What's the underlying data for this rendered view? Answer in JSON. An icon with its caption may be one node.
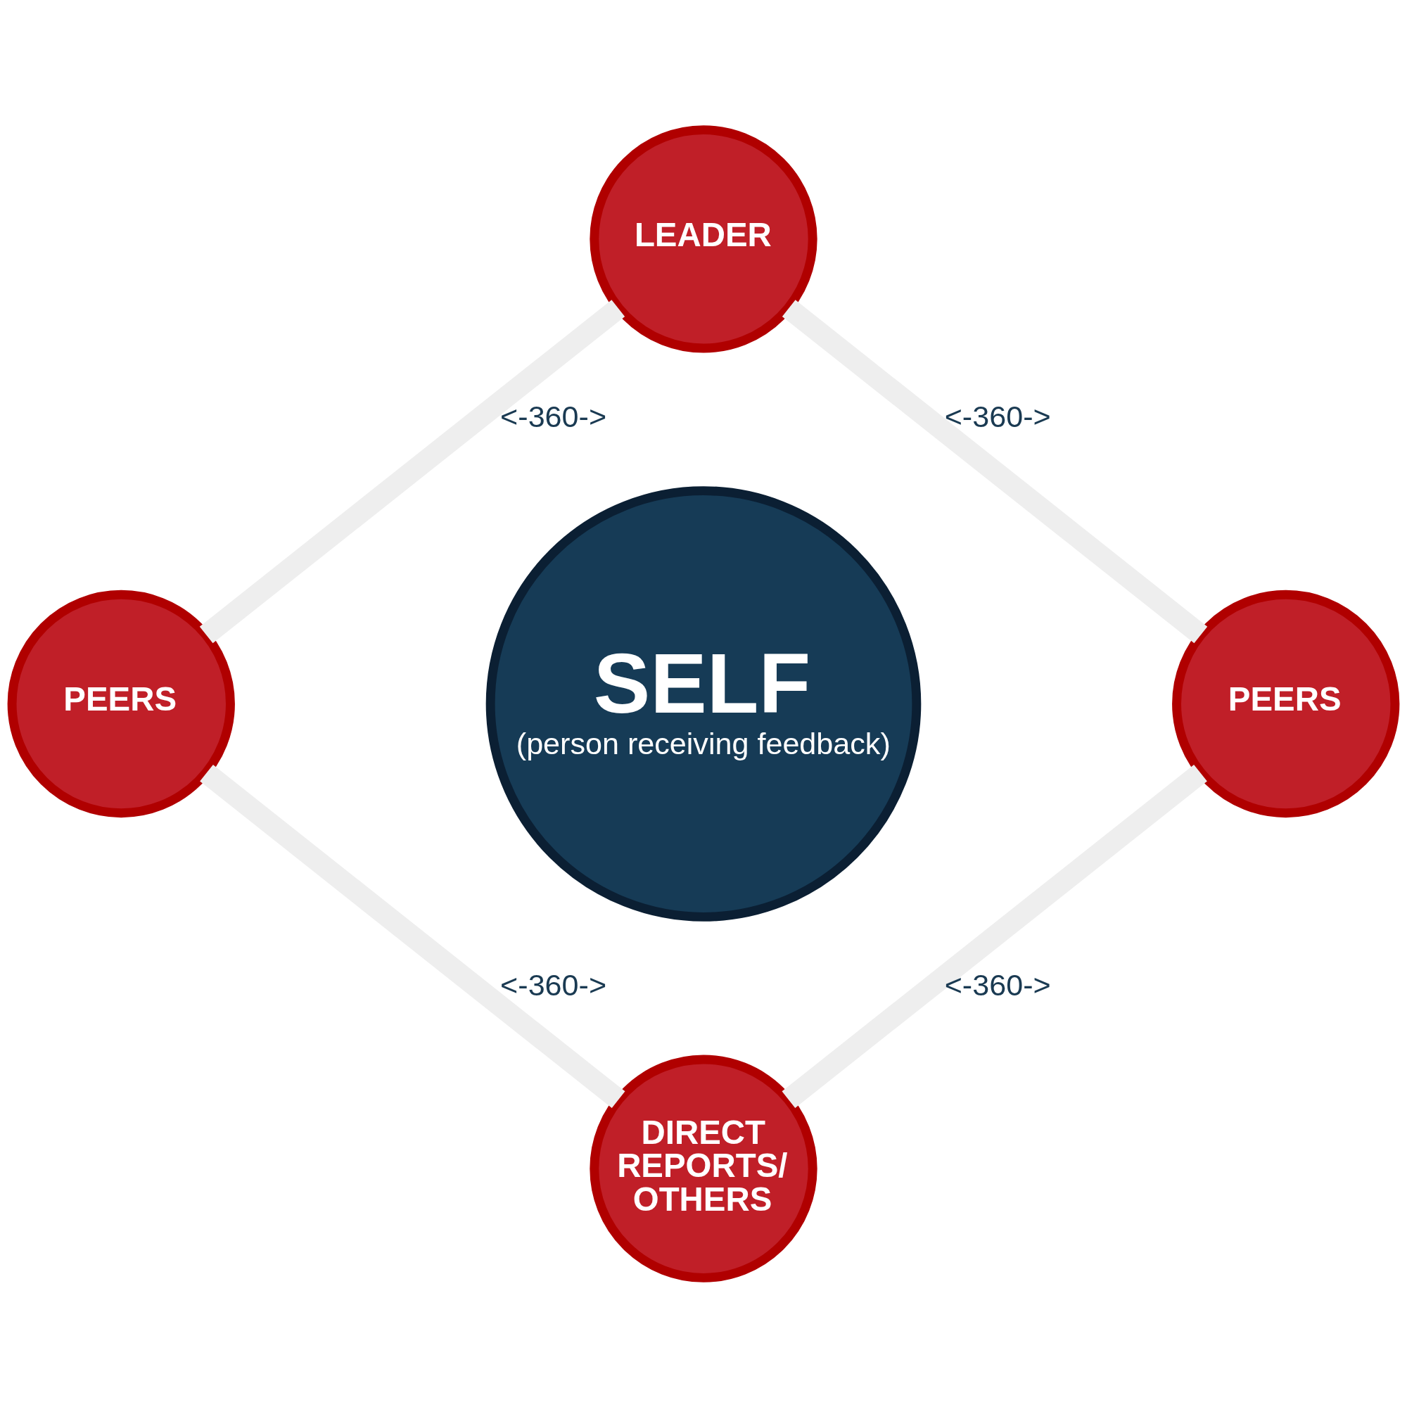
{
  "diagram": {
    "nodes": [
      {
        "text": [
          "SELF",
          "(person receiving feedback)"
        ]
      },
      {
        "text": [
          "LEADER"
        ]
      },
      {
        "text": [
          "PEERS"
        ]
      },
      {
        "text": [
          "PEERS"
        ]
      },
      {
        "text": [
          "DIRECT REPORTS/ OTHERS"
        ]
      }
    ],
    "edges": [
      {
        "from": 1,
        "to": 3,
        "arrow": "none",
        "label": "<-360->"
      },
      {
        "from": 3,
        "to": 4,
        "arrow": "none",
        "label": "<-360->"
      },
      {
        "from": 4,
        "to": 2,
        "arrow": "none",
        "label": "<-360->"
      },
      {
        "from": 2,
        "to": 1,
        "arrow": "none",
        "label": "<-360->"
      }
    ]
  }
}
